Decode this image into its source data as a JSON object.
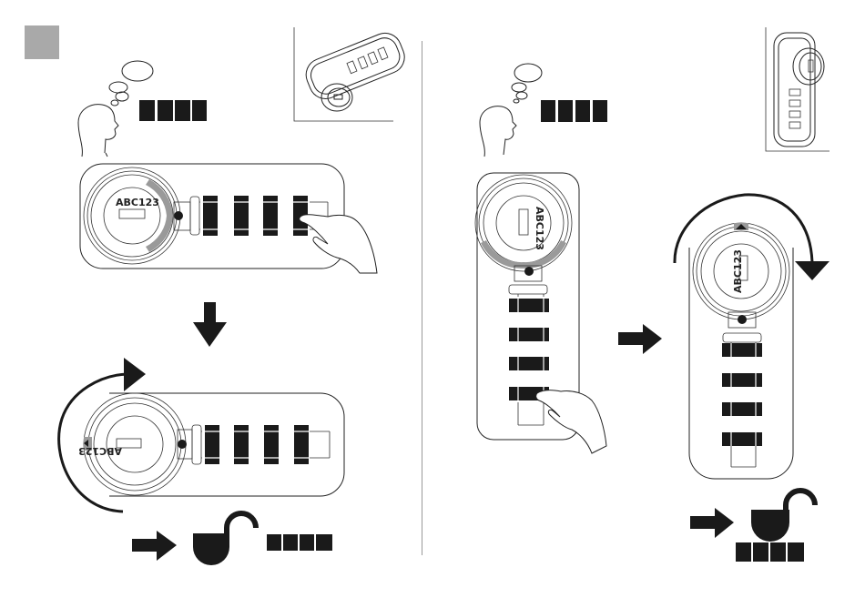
{
  "step_badge": {
    "color": "#a9a9a9"
  },
  "divider": {
    "color": "#999999"
  },
  "panels": [
    {
      "id": "horizontal-mount",
      "code_digits": 4,
      "key_label": "ABC123",
      "wheel_count": 4,
      "steps": [
        "think-of-code",
        "set-wheels",
        "turn-knob",
        "unlocked"
      ],
      "rotation": "clockwise"
    },
    {
      "id": "vertical-mount",
      "code_digits": 4,
      "key_label": "ABC123",
      "wheel_count": 4,
      "steps": [
        "think-of-code",
        "set-wheels",
        "turn-knob",
        "unlocked"
      ],
      "rotation": "clockwise"
    }
  ],
  "colors": {
    "ink": "#1a1a1a",
    "accent_gray": "#9a9a9a"
  }
}
